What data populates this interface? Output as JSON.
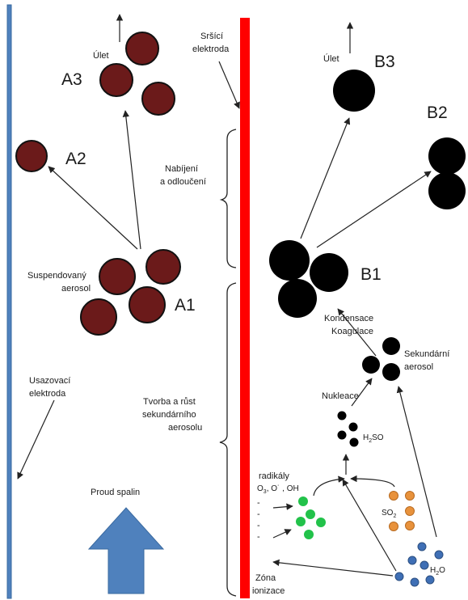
{
  "labels": {
    "spraying_electrode": [
      "Sršící",
      "elektroda"
    ],
    "collecting_electrode": [
      "Usazovací",
      "elektroda"
    ],
    "charging": [
      "Nabíjení",
      "a odloučení"
    ],
    "formation": [
      "Tvorba a růst",
      "sekundárního",
      "aerosolu"
    ],
    "suspended_aerosol": [
      "Suspendovaný",
      "aerosol"
    ],
    "flue_gas_flow": "Proud spalin",
    "escape_left": "Úlet",
    "escape_right": "Úlet",
    "condensation": "Kondensace",
    "coagulation": "Koagulace",
    "secondary_aerosol": [
      "Sekundární",
      "aerosol"
    ],
    "nucleation": "Nukleace",
    "radicals": "radikály",
    "radicals_species": "O3, O˙ , OH",
    "h2so": "H2SO",
    "so2": "SO2",
    "h2o": "H2O",
    "ionization_zone": [
      "Zóna",
      "ionizace"
    ],
    "dashes": [
      "-",
      "-",
      "-",
      "-"
    ]
  },
  "groups": {
    "A1": "A1",
    "A2": "A2",
    "A3": "A3",
    "B1": "B1",
    "B2": "B2",
    "B3": "B3"
  },
  "colors": {
    "collecting_electrode": "#4f81bd",
    "spraying_electrode": "#ff0000",
    "primary_particle": "#6b1a1a",
    "grown_particle": "#000000",
    "radical_particle": "#22c24a",
    "so2_particle": "#e8923c",
    "h2o_particle": "#3f6fb5",
    "flow_arrow": "#4f81bd"
  }
}
